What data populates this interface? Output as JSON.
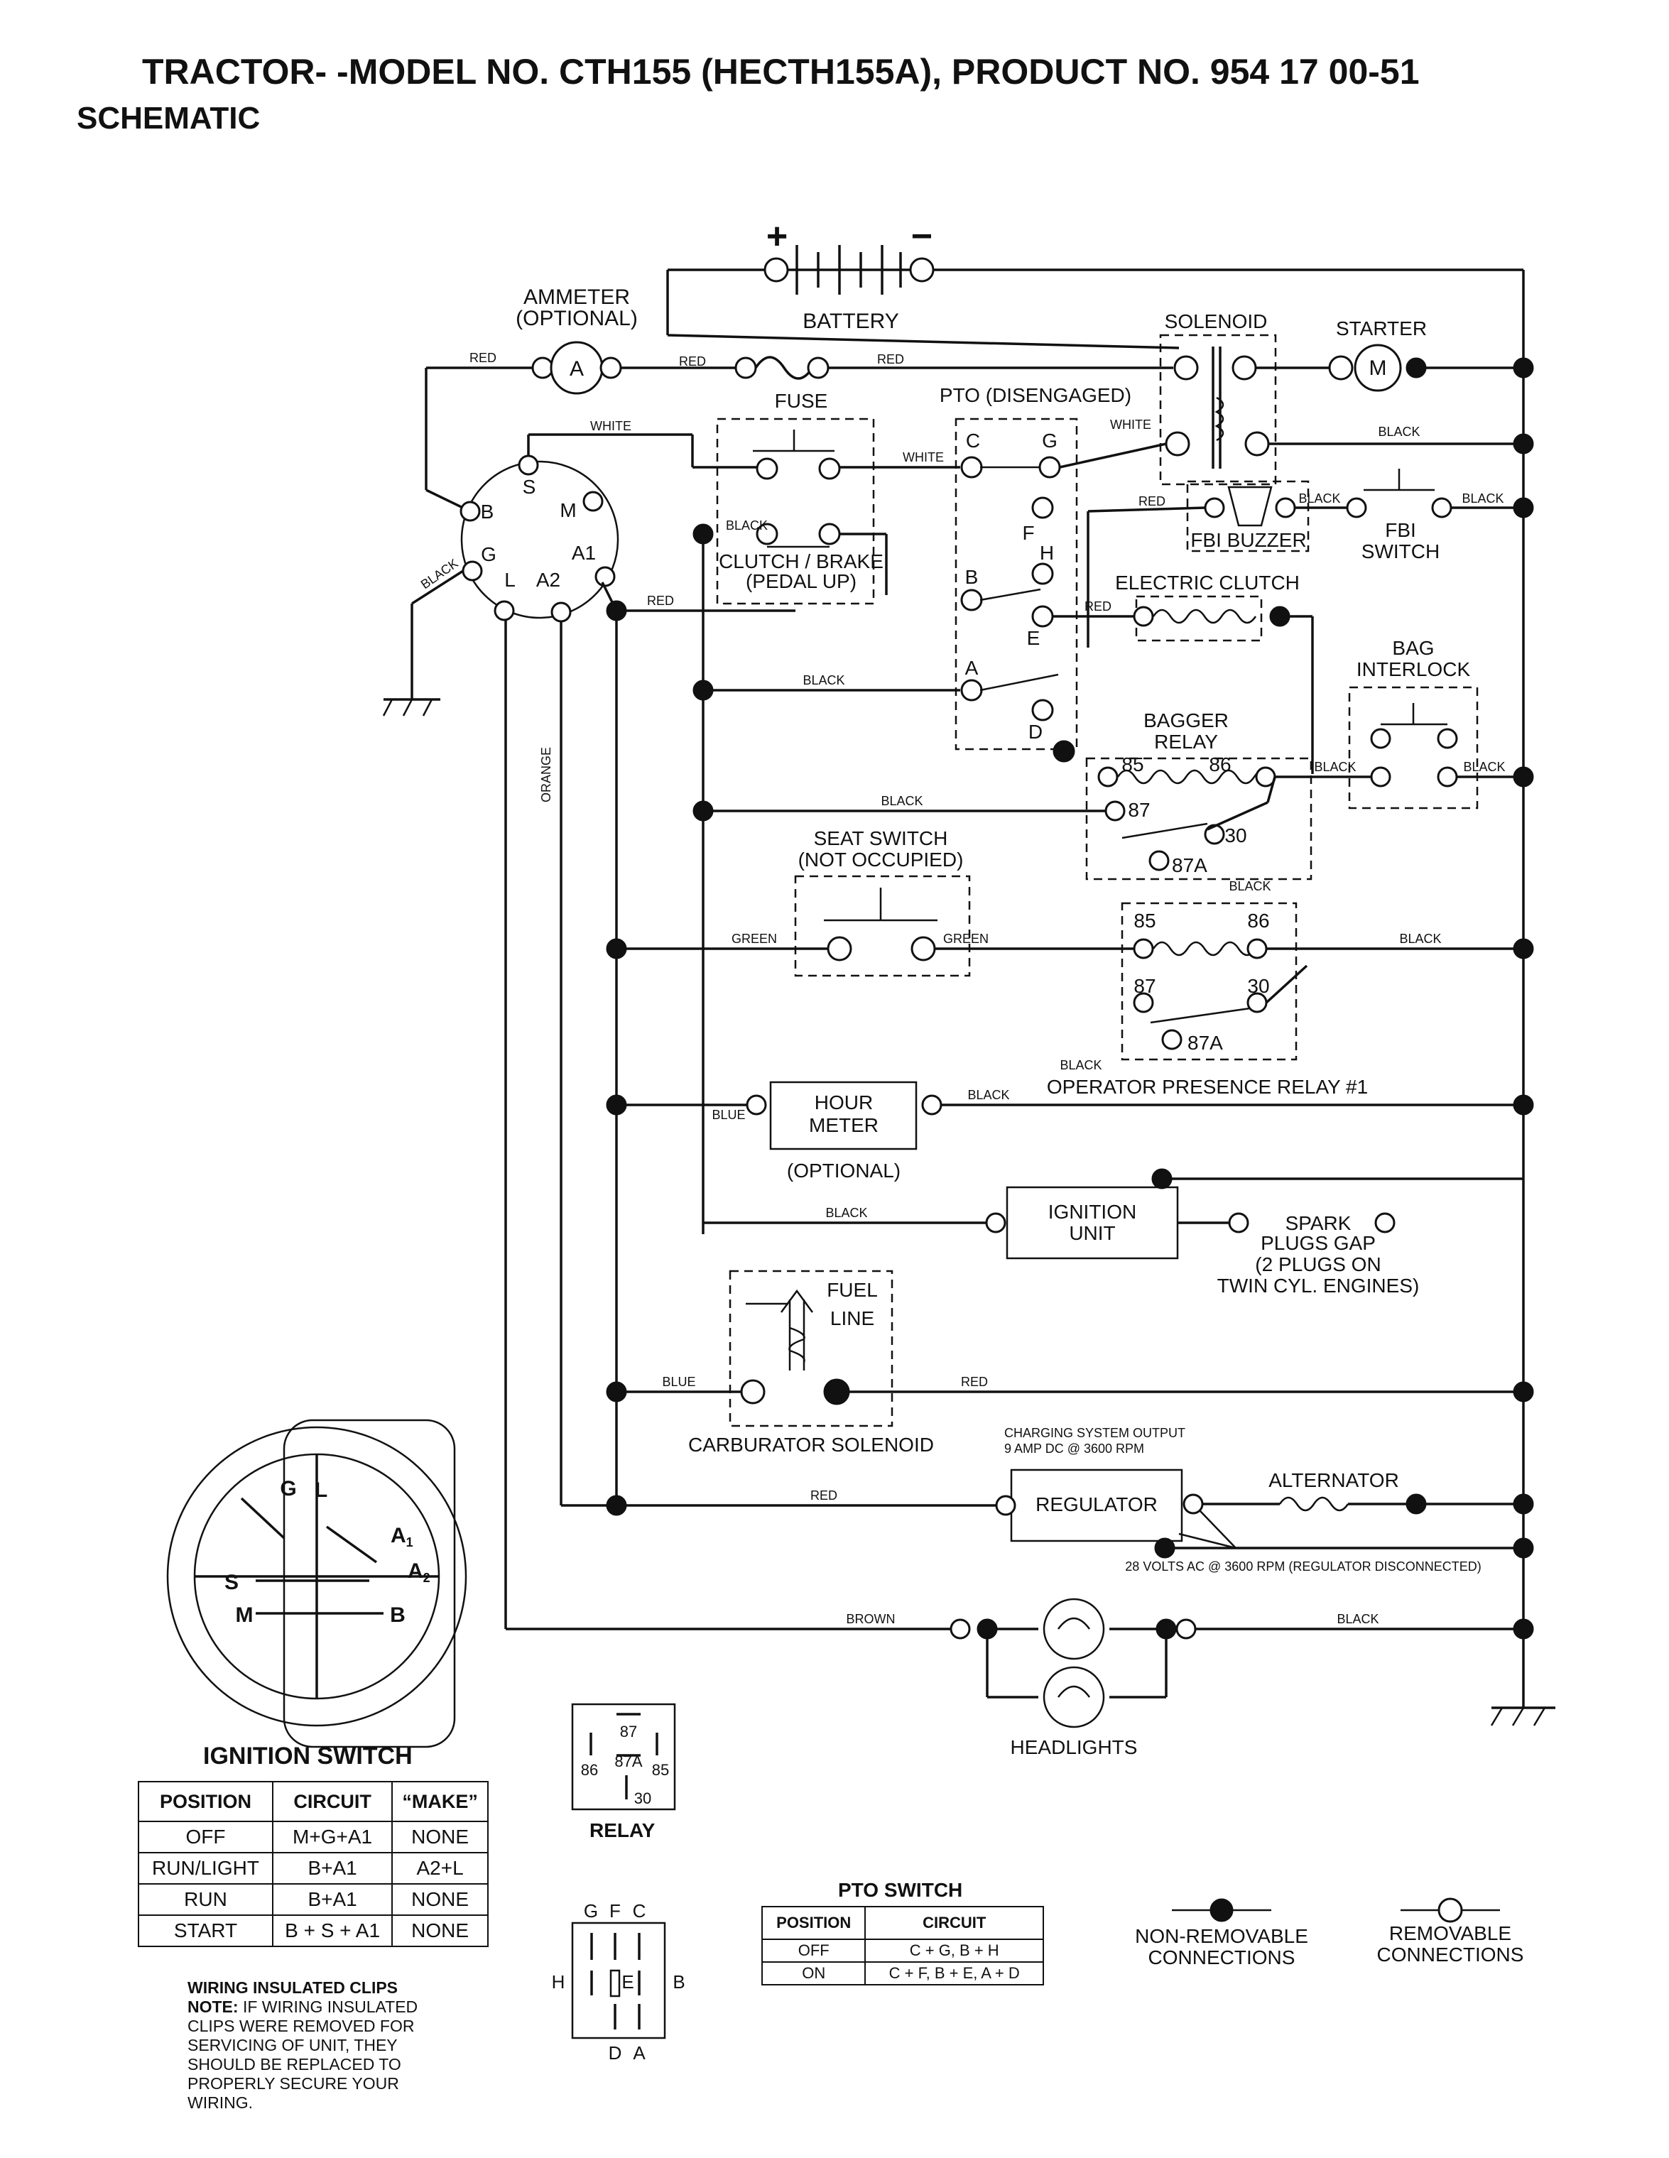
{
  "header": {
    "title": "TRACTOR- -MODEL NO. CTH155 (HECTH155A), PRODUCT NO. 954 17 00-51",
    "subtitle": "SCHEMATIC"
  },
  "components": {
    "battery": "BATTERY",
    "battery_plus": "+",
    "battery_minus": "−",
    "ammeter_1": "AMMETER",
    "ammeter_2": "(OPTIONAL)",
    "ammeter_symbol": "A",
    "fuse": "FUSE",
    "solenoid": "SOLENOID",
    "starter": "STARTER",
    "starter_symbol": "M",
    "pto": "PTO (DISENGAGED)",
    "fbi_buzzer": "FBI BUZZER",
    "fbi_switch_1": "FBI",
    "fbi_switch_2": "SWITCH",
    "electric_clutch": "ELECTRIC CLUTCH",
    "clutch_brake_1": "CLUTCH / BRAKE",
    "clutch_brake_2": "(PEDAL UP)",
    "bag_interlock_1": "BAG",
    "bag_interlock_2": "INTERLOCK",
    "bagger_relay_1": "BAGGER",
    "bagger_relay_2": "RELAY",
    "seat_switch_1": "SEAT SWITCH",
    "seat_switch_2": "(NOT OCCUPIED)",
    "operator_relay": "OPERATOR PRESENCE RELAY #1",
    "hour_meter_1": "HOUR",
    "hour_meter_2": "METER",
    "hour_meter_opt": "(OPTIONAL)",
    "ignition_unit_1": "IGNITION",
    "ignition_unit_2": "UNIT",
    "spark_1": "SPARK",
    "spark_2": "PLUGS GAP",
    "spark_3": "(2 PLUGS ON",
    "spark_4": "TWIN CYL. ENGINES)",
    "fuel_line_1": "FUEL",
    "fuel_line_2": "LINE",
    "carb_solenoid": "CARBURATOR SOLENOID",
    "charging_1": "CHARGING SYSTEM OUTPUT",
    "charging_2": "9 AMP DC @ 3600 RPM",
    "alternator": "ALTERNATOR",
    "regulator": "REGULATOR",
    "volts_note": "28 VOLTS AC @ 3600 RPM (REGULATOR DISCONNECTED)",
    "headlights": "HEADLIGHTS"
  },
  "terminals": {
    "S": "S",
    "B": "B",
    "M": "M",
    "G": "G",
    "A1": "A1",
    "L": "L",
    "A2": "A2",
    "pto_C": "C",
    "pto_G": "G",
    "pto_F": "F",
    "pto_H": "H",
    "pto_B": "B",
    "pto_E": "E",
    "pto_A": "A",
    "pto_D": "D",
    "r85": "85",
    "r86": "86",
    "r87": "87",
    "r30": "30",
    "r87A": "87A"
  },
  "wires": {
    "red": "RED",
    "white": "WHITE",
    "black": "BLACK",
    "orange": "ORANGE",
    "green": "GREEN",
    "blue": "BLUE",
    "brown": "BROWN"
  },
  "ignition_switch": {
    "title": "IGNITION SWITCH",
    "face": {
      "G": "G",
      "L": "L",
      "A1": "A",
      "A1_sub": "1",
      "A2": "A",
      "A2_sub": "2",
      "S": "S",
      "M": "M",
      "B": "B"
    },
    "headers": [
      "POSITION",
      "CIRCUIT",
      "“MAKE”"
    ],
    "rows": [
      [
        "OFF",
        "M+G+A1",
        "NONE"
      ],
      [
        "RUN/LIGHT",
        "B+A1",
        "A2+L"
      ],
      [
        "RUN",
        "B+A1",
        "NONE"
      ],
      [
        "START",
        "B + S + A1",
        "NONE"
      ]
    ]
  },
  "relay": {
    "title": "RELAY",
    "p87": "87",
    "p87A": "87A",
    "p86": "86",
    "p85": "85",
    "p30": "30"
  },
  "pto_switch": {
    "title": "PTO SWITCH",
    "headers": [
      "POSITION",
      "CIRCUIT"
    ],
    "rows": [
      [
        "OFF",
        "C + G, B + H"
      ],
      [
        "ON",
        "C + F, B + E, A + D"
      ]
    ],
    "pins": {
      "G": "G",
      "F": "F",
      "C": "C",
      "H": "H",
      "E": "E",
      "B": "B",
      "D": "D",
      "A": "A"
    }
  },
  "legend": {
    "nonremovable_1": "NON-REMOVABLE",
    "nonremovable_2": "CONNECTIONS",
    "removable_1": "REMOVABLE",
    "removable_2": "CONNECTIONS"
  },
  "clip_note": {
    "heading": "WIRING INSULATED CLIPS",
    "note_label": "NOTE:",
    "lines": [
      " IF WIRING INSULATED",
      "CLIPS WERE REMOVED FOR",
      "SERVICING OF UNIT, THEY",
      "SHOULD BE REPLACED TO",
      "PROPERLY SECURE YOUR",
      " WIRING."
    ]
  }
}
